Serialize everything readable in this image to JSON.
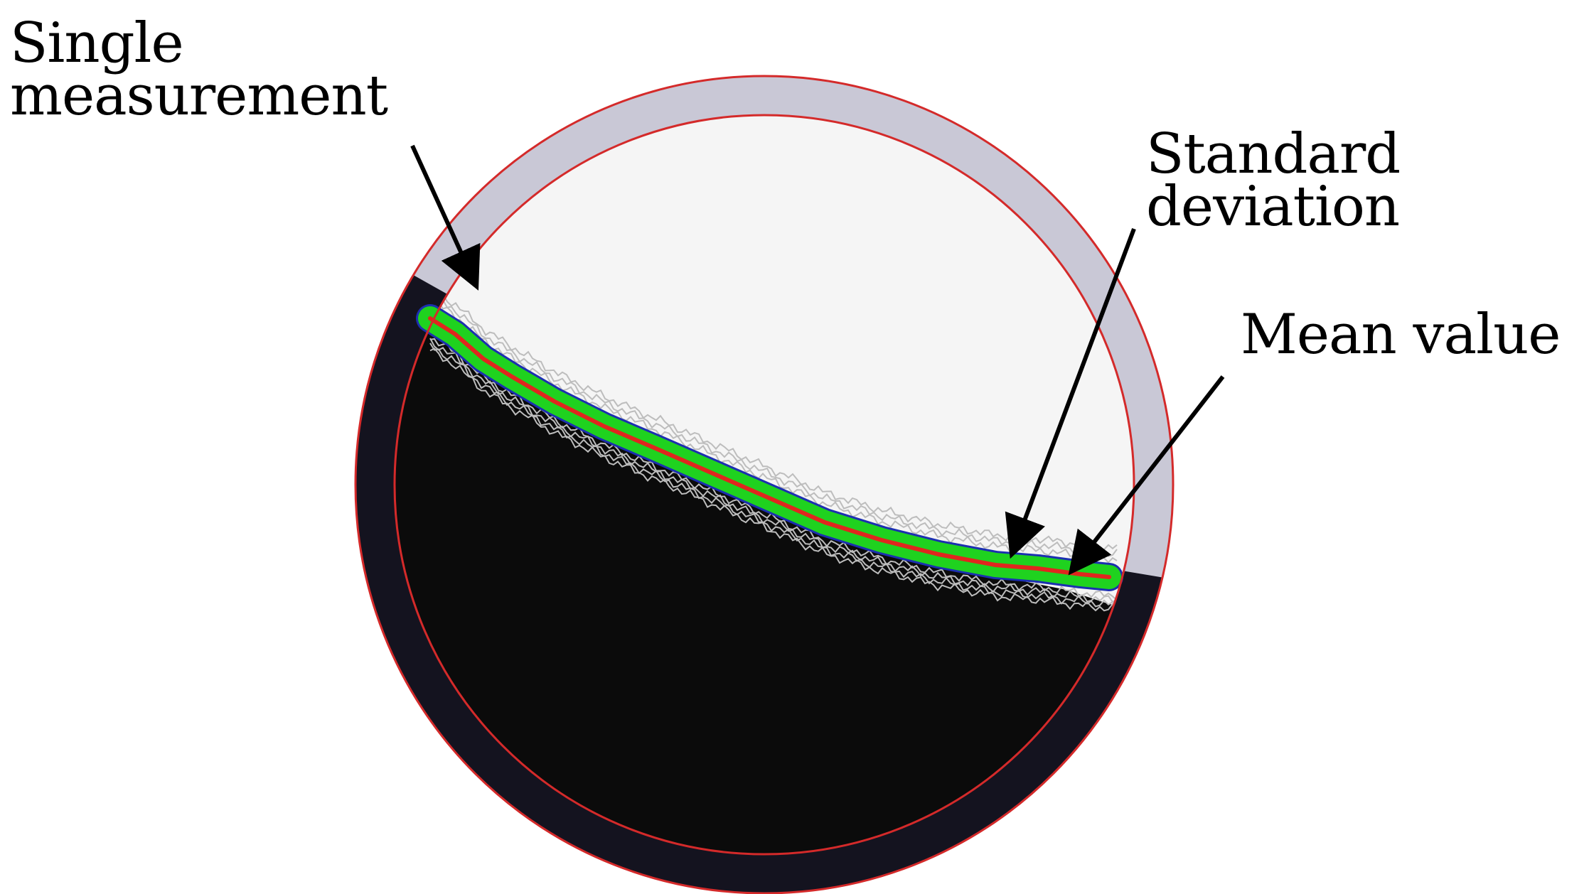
{
  "labels": {
    "single_measurement": "Single\nmeasurement",
    "standard_deviation": "Standard\ndeviation",
    "mean_value": "Mean value"
  },
  "colors": {
    "outer_ring_light": "#c9c8d6",
    "outer_ring_dark": "#14131f",
    "circle_outline": "#d42a2a",
    "background_light": "#f5f5f5",
    "background_dark": "#0b0b0b",
    "single_measurement_lines": "#bdbdbd",
    "standard_deviation_band": "#1fd21f",
    "band_edge": "#1b2fb0",
    "mean_value_line": "#e0261e",
    "arrow": "#000000"
  }
}
